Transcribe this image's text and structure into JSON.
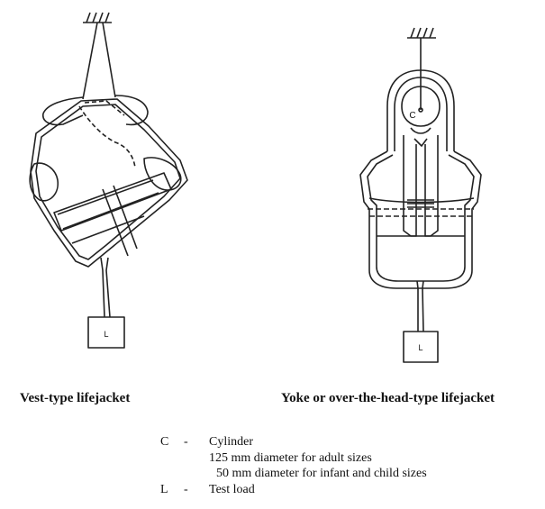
{
  "captions": {
    "vest": "Vest-type lifejacket",
    "yoke": "Yoke or over-the-head-type lifejacket"
  },
  "labels": {
    "load_left": "L",
    "load_right": "L",
    "cylinder": "C"
  },
  "legend": {
    "c_symbol": "C",
    "c_dash": "-",
    "c_title": "Cylinder",
    "c_line1": "125 mm diameter for adult sizes",
    "c_line2": "50 mm diameter for infant and child sizes",
    "l_symbol": "L",
    "l_dash": "-",
    "l_title": "Test load"
  }
}
